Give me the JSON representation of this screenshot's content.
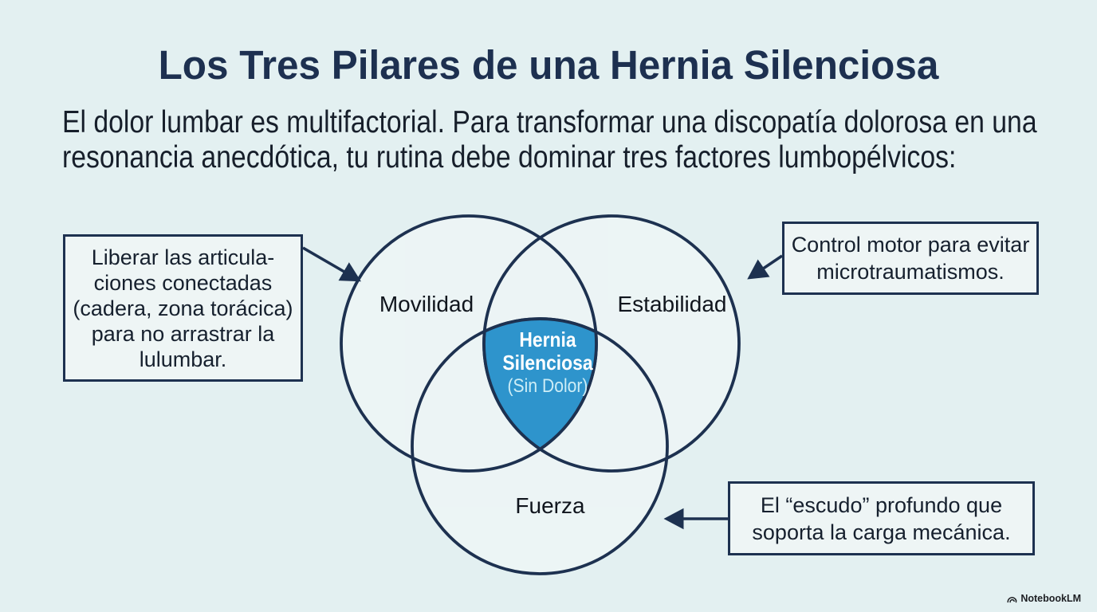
{
  "title": "Los Tres Pilares de una Hernia Silenciosa",
  "subtitle": [
    "El dolor lumbar es multifactorial. Para transformar una discopatía dolorosa en una",
    "resonancia anecdótica, tu rutina debe dominar tres factores lumbopélvicos:"
  ],
  "venn": {
    "circles": [
      {
        "label": "Movilidad"
      },
      {
        "label": "Estabilidad"
      },
      {
        "label": "Fuerza"
      }
    ],
    "center": {
      "line1": "Hernia",
      "line2": "Silenciosa",
      "line3": "(Sin Dolor)"
    }
  },
  "callouts": {
    "left": [
      "Liberar las articula-",
      "ciones conectadas",
      "(cadera, zona torácica)",
      "para no arrastrar la",
      "lulumbar."
    ],
    "right": [
      "Control motor para evitar",
      "microtraumatismos."
    ],
    "bottom": [
      "El “escudo” profundo que",
      "soporta la carga mecánica."
    ]
  },
  "footer": {
    "brand": "NotebookLM"
  },
  "colors": {
    "background": "#e3f0f1",
    "navy": "#1d3150",
    "blue": "#2e94cc",
    "box_bg": "#eef5f5"
  }
}
